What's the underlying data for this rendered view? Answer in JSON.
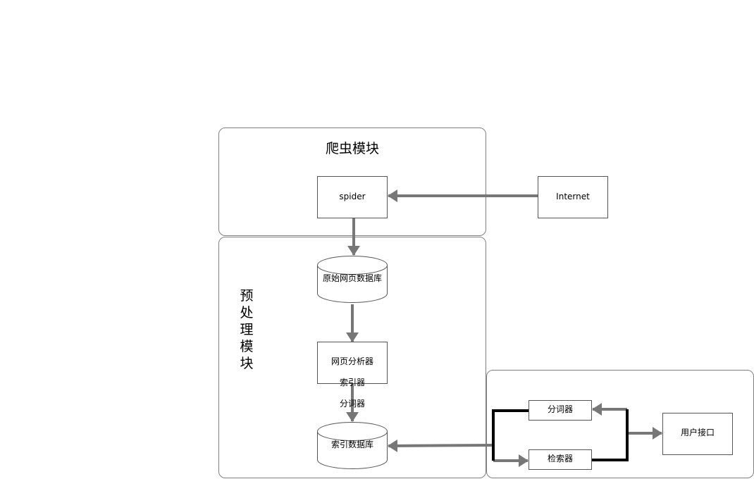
{
  "crawler_module": {
    "title": "爬虫模块",
    "spider": "spider",
    "internet": "Internet"
  },
  "preprocess_module": {
    "title_chars": [
      "预",
      "处",
      "理",
      "模",
      "块"
    ],
    "raw_db": "原始网页数据库",
    "analyzer_lines": [
      "网页分析器",
      "索引器",
      "分词器"
    ],
    "index_db": "索引数据库"
  },
  "search_module": {
    "tokenizer": "分词器",
    "retriever": "检索器",
    "user_interface": "用户接口"
  },
  "colors": {
    "arrow": "#777777",
    "stroke": "#000000",
    "module_border": "#808080"
  }
}
